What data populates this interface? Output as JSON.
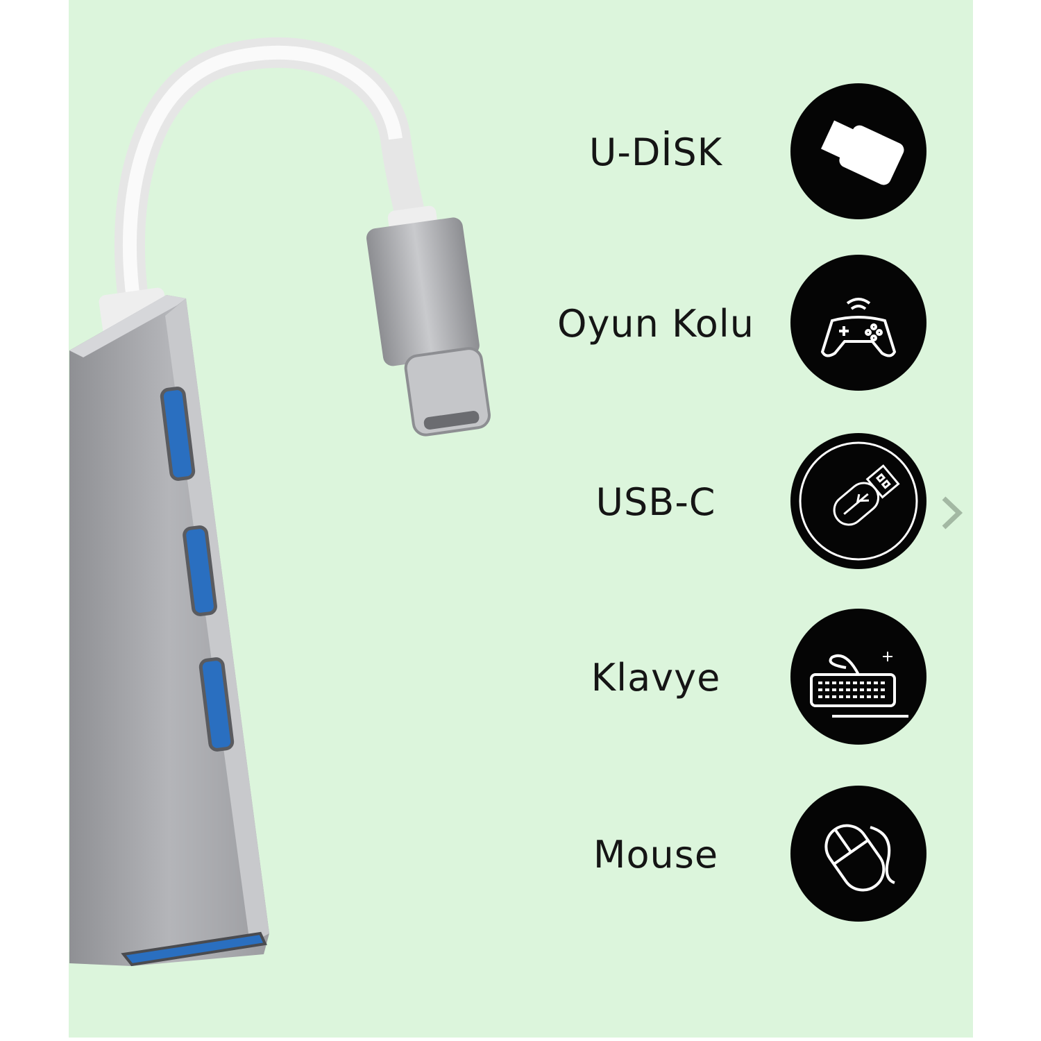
{
  "features": [
    {
      "label": "U-DİSK",
      "icon": "usb-stick-icon"
    },
    {
      "label": "Oyun Kolu",
      "icon": "gamepad-icon"
    },
    {
      "label": "USB-C",
      "icon": "usb-flash-drive-icon"
    },
    {
      "label": "Klavye",
      "icon": "keyboard-icon"
    },
    {
      "label": "Mouse",
      "icon": "mouse-icon"
    }
  ],
  "colors": {
    "background": "#dcf5dc",
    "circle": "#050505",
    "port": "#2a6fc0",
    "metal": "#a8a9ad"
  },
  "navigation": {
    "next_icon": "chevron-right-icon"
  }
}
